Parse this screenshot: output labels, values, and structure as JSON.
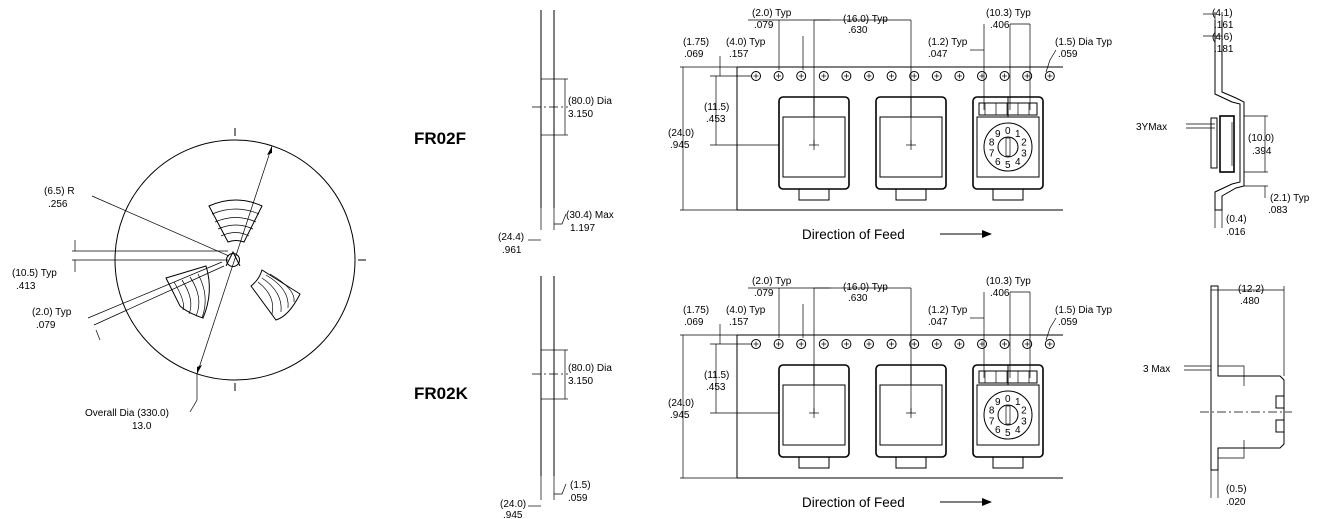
{
  "reel": {
    "hub_radius_mm": "(6.5) R",
    "hub_radius_in": ".256",
    "hub_slot_mm": "(10.5) Typ",
    "hub_slot_in": ".413",
    "spoke_width_mm": "(2.0) Typ",
    "spoke_width_in": ".079",
    "overall_dia_mm": "Overall Dia (330.0)",
    "overall_dia_in": "13.0"
  },
  "variants": [
    {
      "label": "FR02F",
      "side": {
        "hub_dia_mm": "(80.0) Dia",
        "hub_dia_in": "3.150",
        "max_width_mm": "(30.4) Max",
        "max_width_in": "1.197",
        "tape_width_mm": "(24.4)",
        "tape_width_in": ".961"
      },
      "tape": {
        "hole_pitch_mm": "(2.0) Typ",
        "hole_pitch_in": ".079",
        "pocket_pitch_mm": "(16.0) Typ",
        "pocket_pitch_in": ".630",
        "edge_mm": "(1.75)",
        "edge_in": ".069",
        "sprocket_pitch_mm": "(4.0) Typ",
        "sprocket_pitch_in": ".157",
        "pocket_offset_mm": "(11.5)",
        "pocket_offset_in": ".453",
        "tape_width_mm": "(24.0)",
        "tape_width_in": ".945",
        "gap_mm": "(1.2) Typ",
        "gap_in": ".047",
        "pocket_w_mm": "(10.3) Typ",
        "pocket_w_in": ".406",
        "hole_dia_mm": "(1.5) Dia Typ",
        "hole_dia_in": ".059"
      },
      "dial_digits": [
        "0",
        "1",
        "2",
        "3",
        "4",
        "5",
        "6",
        "7",
        "8",
        "9"
      ],
      "feed": "Direction of Feed",
      "profile": {
        "a_mm": "(4.1)",
        "a_in": ".161",
        "b_mm": "(4.6)",
        "b_in": ".181",
        "max_label": "3YMax",
        "height_mm": "(10.0)",
        "height_in": ".394",
        "lip_mm": "(2.1) Typ",
        "lip_in": ".083",
        "base_mm": "(0.4)",
        "base_in": ".016"
      }
    },
    {
      "label": "FR02K",
      "side": {
        "hub_dia_mm": "(80.0) Dia",
        "hub_dia_in": "3.150",
        "max_width_mm": "(1.5)",
        "max_width_in": ".059",
        "tape_width_mm": "(24.0)",
        "tape_width_in": ".945"
      },
      "tape": {
        "hole_pitch_mm": "(2.0) Typ",
        "hole_pitch_in": ".079",
        "pocket_pitch_mm": "(16.0) Typ",
        "pocket_pitch_in": ".630",
        "edge_mm": "(1.75)",
        "edge_in": ".069",
        "sprocket_pitch_mm": "(4.0) Typ",
        "sprocket_pitch_in": ".157",
        "pocket_offset_mm": "(11.5)",
        "pocket_offset_in": ".453",
        "tape_width_mm": "(24.0)",
        "tape_width_in": ".945",
        "gap_mm": "(1.2) Typ",
        "gap_in": ".047",
        "pocket_w_mm": "(10.3) Typ",
        "pocket_w_in": ".406",
        "hole_dia_mm": "(1.5) Dia Typ",
        "hole_dia_in": ".059"
      },
      "dial_digits": [
        "0",
        "1",
        "2",
        "3",
        "4",
        "5",
        "6",
        "7",
        "8",
        "9"
      ],
      "feed": "Direction of Feed",
      "profile": {
        "width_mm": "(12.2)",
        "width_in": ".480",
        "max_label": "3 Max",
        "base_mm": "(0.5)",
        "base_in": ".020"
      }
    }
  ]
}
